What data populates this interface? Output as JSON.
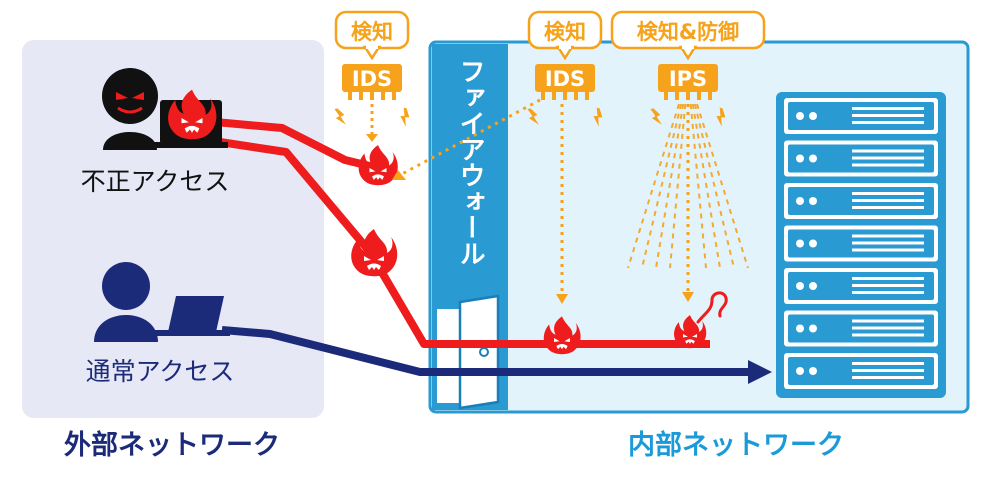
{
  "external": {
    "label": "外部ネットワーク",
    "bg_color": "#e6e8f6",
    "label_color": "#1c2a7a"
  },
  "internal": {
    "label": "内部ネットワーク",
    "bg_color": "#e3f3fb",
    "border_color": "#2a9ad2",
    "label_color": "#1a9ad8"
  },
  "actors": {
    "attacker_label": "不正アクセス",
    "normal_label": "通常アクセス"
  },
  "firewall": {
    "label": "ファイアウォール",
    "color": "#2a9ad2"
  },
  "sensors": {
    "ids_outer": {
      "chip": "IDS",
      "bubble": "検知"
    },
    "ids_inner": {
      "chip": "IDS",
      "bubble": "検知"
    },
    "ips": {
      "chip": "IPS",
      "bubble": "検知&防御"
    },
    "chip_color": "#f6a21a"
  },
  "colors": {
    "attack_line": "#ee1c1c",
    "normal_line": "#1c2a7a",
    "server": "#2a9ad2"
  },
  "icons": [
    "hacker-icon",
    "flame-icon",
    "laptop-icon",
    "user-icon",
    "server-rack-icon",
    "door-icon",
    "lightning-icon"
  ],
  "server_units": 7
}
